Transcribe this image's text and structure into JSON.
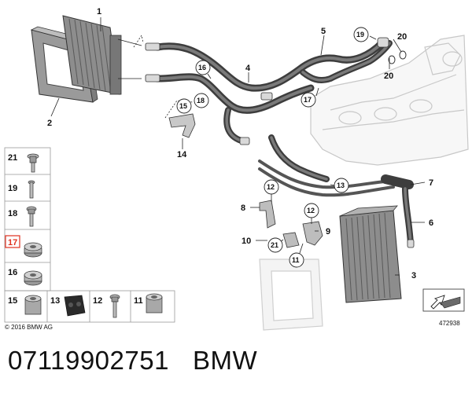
{
  "copyright": "© 2016 BMW AG",
  "image_number": "472938",
  "part_number": "07119902751",
  "brand": "BMW",
  "callouts": [
    "1",
    "2",
    "3",
    "4",
    "5",
    "6",
    "7",
    "8",
    "9",
    "10",
    "14",
    "20",
    "20"
  ],
  "circled_callouts": [
    "19",
    "16",
    "15",
    "18",
    "17",
    "13",
    "12",
    "12",
    "21",
    "11"
  ],
  "parts_table": [
    {
      "num": "21",
      "highlighted": false
    },
    {
      "num": "19",
      "highlighted": false
    },
    {
      "num": "18",
      "highlighted": false
    },
    {
      "num": "17",
      "highlighted": true
    },
    {
      "num": "16",
      "highlighted": false
    },
    {
      "num": "15",
      "highlighted": false
    },
    {
      "num": "13",
      "highlighted": false
    },
    {
      "num": "12",
      "highlighted": false
    },
    {
      "num": "11",
      "highlighted": false
    }
  ],
  "colors": {
    "highlight": "#e0301e",
    "line": "#222222",
    "hose": "#4a4a4a"
  }
}
